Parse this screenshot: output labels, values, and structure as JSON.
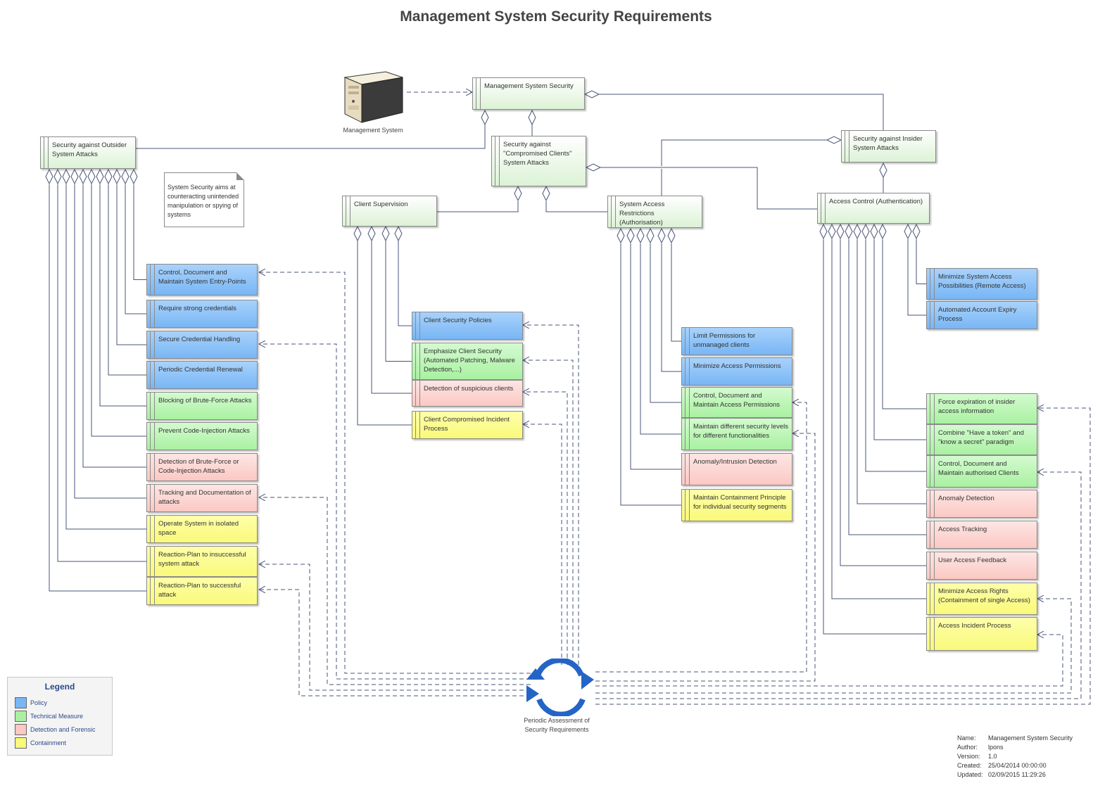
{
  "title": "Management System Security Requirements",
  "colors": {
    "policy": "#78b6f5",
    "technical": "#a9f1a1",
    "detection": "#fbc8c3",
    "containment": "#f9f97a",
    "header": "#dcf2d6",
    "line": "#4a5578"
  },
  "actor": {
    "icon": "server-computer-icon",
    "label": "Management System"
  },
  "groups": {
    "root": "Management System Security",
    "outsider": "Security against Outsider System Attacks",
    "compromised": "Security against \"Compromised Clients\" System Attacks",
    "insider": "Security against Insider System Attacks",
    "client_supervision": "Client Supervision",
    "system_access": "System Access Restrictions (Authorisation)",
    "access_control": "Access Control (Authentication)"
  },
  "note": "System Security aims at counteracting unintended manipulation or spying of systems",
  "requirements": {
    "outsider": [
      {
        "text": "Control, Document and Maintain System Entry-Points",
        "category": "policy"
      },
      {
        "text": "Require strong credentials",
        "category": "policy"
      },
      {
        "text": "Secure Credential Handling",
        "category": "policy"
      },
      {
        "text": "Periodic Credential Renewal",
        "category": "policy"
      },
      {
        "text": "Blocking of Brute-Force Attacks",
        "category": "technical"
      },
      {
        "text": "Prevent Code-Injection Attacks",
        "category": "technical"
      },
      {
        "text": "Detection of Brute-Force or Code-Injection Attacks",
        "category": "detection"
      },
      {
        "text": "Tracking and Documentation of attacks",
        "category": "detection"
      },
      {
        "text": "Operate System in isolated space",
        "category": "containment"
      },
      {
        "text": "Reaction-Plan to insuccessful system attack",
        "category": "containment"
      },
      {
        "text": "Reaction-Plan to successful attack",
        "category": "containment"
      }
    ],
    "client": [
      {
        "text": "Client Security Policies",
        "category": "policy"
      },
      {
        "text": "Emphasize Client Security (Automated Patching, Malware Detection,...)",
        "category": "technical"
      },
      {
        "text": "Detection of suspicious clients",
        "category": "detection"
      },
      {
        "text": "Client Compromised Incident Process",
        "category": "containment"
      }
    ],
    "system_access": [
      {
        "text": "Limit Permissions for unmanaged clients",
        "category": "policy"
      },
      {
        "text": "Minimize Access Permissions",
        "category": "policy"
      },
      {
        "text": "Control, Document and Maintain Access Permissions",
        "category": "technical"
      },
      {
        "text": "Maintain different security levels for different functionalities",
        "category": "technical"
      },
      {
        "text": "Anomaly/Intrusion Detection",
        "category": "detection"
      },
      {
        "text": "Maintain Containment Principle for individual security segments",
        "category": "containment"
      }
    ],
    "access_control": [
      {
        "text": "Minimize System Access Possibilities (Remote Access)",
        "category": "policy"
      },
      {
        "text": "Automated Account Expiry Process",
        "category": "policy"
      },
      {
        "text": "Force expiration of insider access information",
        "category": "technical"
      },
      {
        "text": "Combine \"Have a token\" and \"know a secret\" paradigm",
        "category": "technical"
      },
      {
        "text": "Control, Document and Maintain authorised Clients",
        "category": "technical"
      },
      {
        "text": "Anomaly Detection",
        "category": "detection"
      },
      {
        "text": "Access Tracking",
        "category": "detection"
      },
      {
        "text": "User Access Feedback",
        "category": "detection"
      },
      {
        "text": "Minimize Access Rights (Containment of single Access)",
        "category": "containment"
      },
      {
        "text": "Access Incident Process",
        "category": "containment"
      }
    ]
  },
  "assessment": {
    "icon": "refresh-cycle-icon",
    "label": "Periodic Assessment of Security Requirements"
  },
  "legend": {
    "title": "Legend",
    "items": [
      {
        "label": "Policy",
        "category": "policy"
      },
      {
        "label": "Technical Measure",
        "category": "technical"
      },
      {
        "label": "Detection and Forensic",
        "category": "detection"
      },
      {
        "label": "Containment",
        "category": "containment"
      }
    ]
  },
  "meta": [
    {
      "key": "Name:",
      "value": "Management System Security"
    },
    {
      "key": "Author:",
      "value": "lpons"
    },
    {
      "key": "Version:",
      "value": "1.0"
    },
    {
      "key": "Created:",
      "value": "25/04/2014 00:00:00"
    },
    {
      "key": "Updated:",
      "value": "02/09/2015 11:29:26"
    }
  ]
}
